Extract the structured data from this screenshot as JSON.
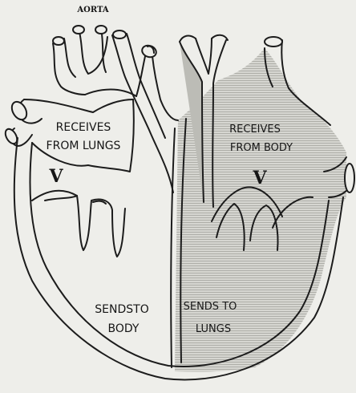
{
  "colors": {
    "paper": "#eeeeea",
    "ink": "#1c1c1c",
    "hatch": "#bdbdb8",
    "right_side_fill": "#d2d2cd"
  },
  "labels": {
    "aorta": "AORTA",
    "left_atrium_line1": "RECEIVES",
    "left_atrium_line2": "FROM LUNGS",
    "left_valve": "V",
    "right_atrium_line1": "RECEIVES",
    "right_atrium_line2": "FROM BODY",
    "right_valve": "V",
    "left_ventricle_line1": "SENDSTO",
    "left_ventricle_line2": "BODY",
    "right_ventricle_line1": "SENDS TO",
    "right_ventricle_line2": "LUNGS"
  }
}
